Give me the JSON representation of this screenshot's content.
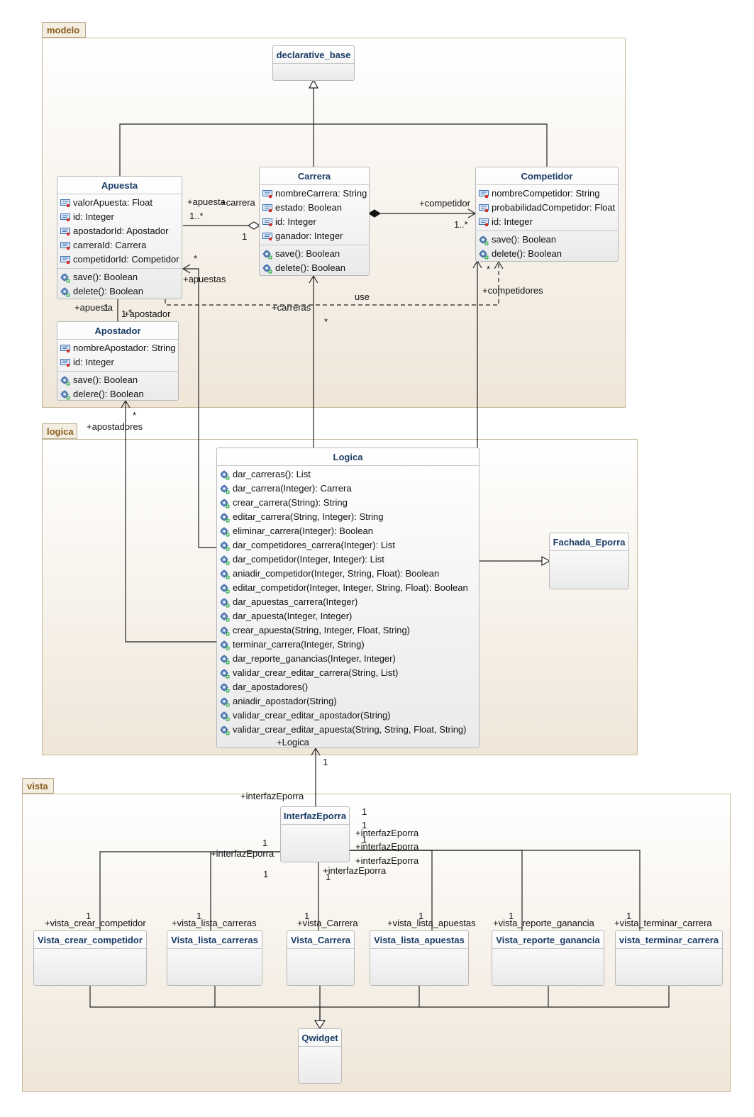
{
  "packages": {
    "modelo": "modelo",
    "logica": "logica",
    "vista": "vista"
  },
  "classes": {
    "declarative_base": {
      "name": "declarative_base"
    },
    "apuesta": {
      "name": "Apuesta",
      "attributes": [
        "valorApuesta: Float",
        "id: Integer",
        "apostadorId: Apostador",
        "carreraId: Carrera",
        "competidorId: Competidor"
      ],
      "operations": [
        "save(): Boolean",
        "delete(): Boolean"
      ]
    },
    "carrera": {
      "name": "Carrera",
      "attributes": [
        "nombreCarrera: String",
        "estado: Boolean",
        "id: Integer",
        "ganador: Integer"
      ],
      "operations": [
        "save(): Boolean",
        "delete(): Boolean"
      ]
    },
    "competidor": {
      "name": "Competidor",
      "attributes": [
        "nombreCompetidor: String",
        "probabilidadCompetidor: Float",
        "id: Integer"
      ],
      "operations": [
        "save(): Boolean",
        "delete(): Boolean"
      ]
    },
    "apostador": {
      "name": "Apostador",
      "attributes": [
        "nombreApostador: String",
        "id: Integer"
      ],
      "operations": [
        "save(): Boolean",
        "delere(): Boolean"
      ]
    },
    "logica": {
      "name": "Logica",
      "operations": [
        "dar_carreras(): List",
        "dar_carrera(Integer): Carrera",
        "crear_carrera(String): String",
        "editar_carrera(String, Integer): String",
        "eliminar_carrera(Integer): Boolean",
        "dar_competidores_carrera(Integer): List",
        "dar_competidor(Integer, Integer): List",
        "aniadir_competidor(Integer, String, Float): Boolean",
        "editar_competidor(Integer, Integer, String, Float): Boolean",
        "dar_apuestas_carrera(Integer)",
        "dar_apuesta(Integer, Integer)",
        "crear_apuesta(String, Integer, Float, String)",
        "terminar_carrera(Integer, String)",
        "dar_reporte_ganancias(Integer, Integer)",
        "validar_crear_editar_carrera(String, List)",
        "dar_apostadores()",
        "aniadir_apostador(String)",
        "validar_crear_editar_apostador(String)",
        "validar_crear_editar_apuesta(String, String, Float, String)"
      ]
    },
    "fachada": {
      "name": "Fachada_Eporra"
    },
    "interfaz": {
      "name": "InterfazEporra"
    },
    "v_crear_competidor": {
      "name": "Vista_crear_competidor"
    },
    "v_lista_carreras": {
      "name": "Vista_lista_carreras"
    },
    "v_carrera": {
      "name": "Vista_Carrera"
    },
    "v_lista_apuestas": {
      "name": "Vista_lista_apuestas"
    },
    "v_reporte_ganancia": {
      "name": "Vista_reporte_ganancia"
    },
    "v_terminar_carrera": {
      "name": "vista_terminar_carrera"
    },
    "qwidget": {
      "name": "Qwidget"
    }
  },
  "labels": {
    "apuesta_role": "+apuesta",
    "carrera_role": "+carrera",
    "mult_1_many": "1..*",
    "mult_1": "1",
    "mult_star": "*",
    "competidor_role": "+competidor",
    "apuestas_role": "+apuestas",
    "use": "use",
    "carreras_role": "+carreras",
    "competidores_role": "+competidores",
    "apuesta_role2": "+apuesta",
    "apostador_role": "+apostador",
    "apostadores_role": "+apostadores",
    "logica_role": "+Logica",
    "interfaz_role": "+interfazEporra",
    "vista_crear_competidor_role": "+vista_crear_competidor",
    "vista_lista_carreras_role": "+vista_lista_carreras",
    "vista_carrera_role": "+vista_Carrera",
    "vista_lista_apuestas_role": "+vista_lista_apuestas",
    "vista_reporte_ganancia_role": "+vista_reporte_ganancia",
    "vista_terminar_carrera_role": "+vista_terminar_carrera"
  }
}
